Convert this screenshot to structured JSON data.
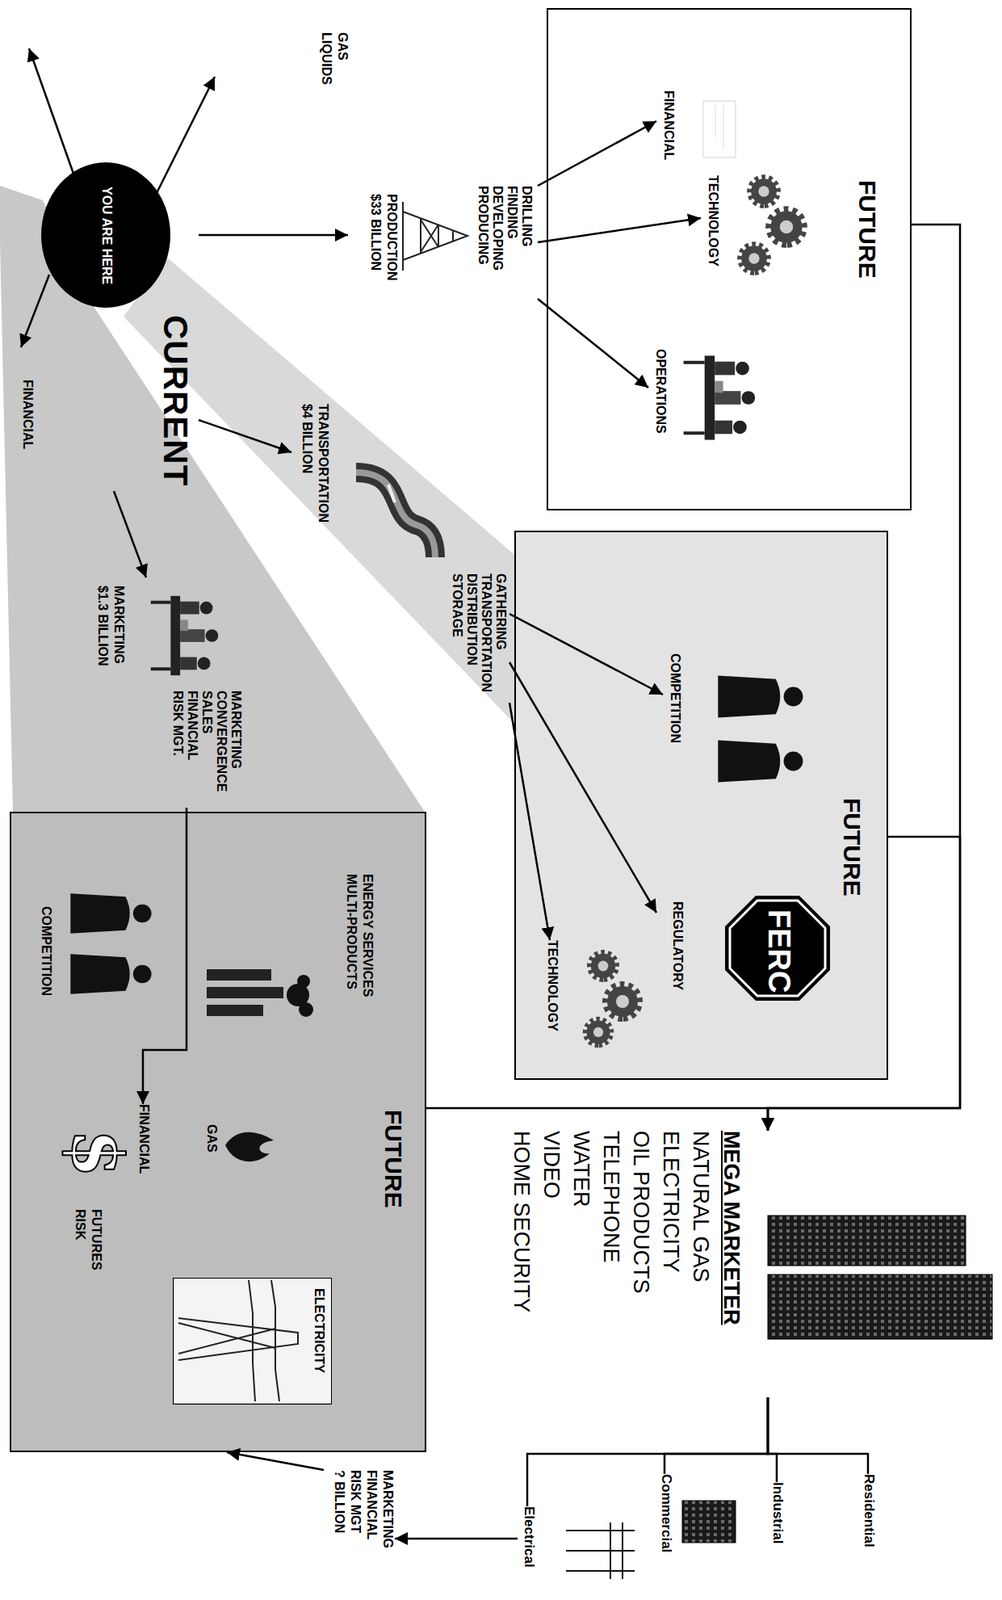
{
  "diagram": {
    "nodes": [
      {
        "text": [
          "FUTURE"
        ]
      },
      {
        "text": [
          "FINANCIAL"
        ],
        "in": 0
      },
      {
        "text": [
          "TECHNOLOGY"
        ],
        "in": 0
      },
      {
        "text": [
          "OPERATIONS"
        ],
        "in": 0
      },
      {
        "text": [
          "DRILLING",
          "FINDING",
          "DEVELOPING",
          "PRODUCING",
          "PRODUCTION",
          "$33 BILLION"
        ]
      },
      {
        "text": [
          "YOU ARE HERE",
          "CURRENT"
        ]
      },
      {
        "text": [
          "FUTURE"
        ]
      },
      {
        "text": [
          "COMPETITION"
        ],
        "in": 6
      },
      {
        "text": [
          "FERC",
          "REGULATORY"
        ],
        "in": 6
      },
      {
        "text": [
          "TECHNOLOGY"
        ],
        "in": 6
      },
      {
        "text": [
          "GATHERING",
          "TRANSPORTATION",
          "DISTRIBUTION",
          "STORAGE",
          "TRANSPORTATION",
          "$4 BILLION"
        ]
      },
      {
        "text": [
          "MARKETING",
          "CONVERGENCE",
          "SALES",
          "FINANCIAL",
          "RISK MGT.",
          "MARKETING",
          "$1.3 BILLION"
        ]
      },
      {
        "text": [
          "FUTURE"
        ]
      },
      {
        "text": [
          "ENERGY SERVICES",
          "MULTI-PRODUCTS"
        ],
        "in": 12
      },
      {
        "text": [
          "GAS"
        ],
        "in": 12
      },
      {
        "text": [
          "ELECTRICITY"
        ],
        "in": 12
      },
      {
        "text": [
          "FINANCIAL"
        ],
        "in": 12
      },
      {
        "text": [
          "FUTURES",
          "RISK"
        ],
        "in": 12
      },
      {
        "text": [
          "COMPETITION"
        ],
        "in": 12
      },
      {
        "text": [
          "MEGA MARKETER",
          "NATURAL GAS",
          "ELECTRICITY",
          "OIL PRODUCTS",
          "TELEPHONE",
          "WATER",
          "VIDEO",
          "HOME SECURITY"
        ]
      },
      {
        "text": [
          "Residential"
        ]
      },
      {
        "text": [
          "Industrial"
        ]
      },
      {
        "text": [
          "Commercial"
        ]
      },
      {
        "text": [
          "Electrical"
        ]
      },
      {
        "text": [
          "MARKETING",
          "FINANCIAL",
          "RISK MGT",
          "? BILLION"
        ]
      }
    ],
    "edges": [
      {
        "from": 5,
        "to": 4,
        "arrow": "to"
      },
      {
        "from": 5,
        "to": 10,
        "arrow": "to"
      },
      {
        "from": 5,
        "to": 11,
        "arrow": "to"
      },
      {
        "from": 4,
        "to": 1,
        "arrow": "to"
      },
      {
        "from": 4,
        "to": 2,
        "arrow": "to"
      },
      {
        "from": 4,
        "to": 3,
        "arrow": "to"
      },
      {
        "from": 10,
        "to": 7,
        "arrow": "to"
      },
      {
        "from": 10,
        "to": 8,
        "arrow": "to"
      },
      {
        "from": 10,
        "to": 9,
        "arrow": "to"
      },
      {
        "from": 11,
        "to": 16,
        "arrow": "to"
      },
      {
        "from": 0,
        "to": 19,
        "arrow": "to"
      },
      {
        "from": 6,
        "to": 19,
        "arrow": "to"
      },
      {
        "from": 12,
        "to": 19,
        "arrow": "to"
      },
      {
        "from": 19,
        "to": 20,
        "arrow": "none"
      },
      {
        "from": 19,
        "to": 21,
        "arrow": "none"
      },
      {
        "from": 19,
        "to": 22,
        "arrow": "none"
      },
      {
        "from": 19,
        "to": 23,
        "arrow": "none"
      },
      {
        "from": 23,
        "to": 24,
        "arrow": "to"
      },
      {
        "from": 24,
        "to": 12,
        "arrow": "to"
      }
    ],
    "labels": [
      "GAS",
      "LIQUIDS",
      "FINANCIAL",
      "$"
    ]
  }
}
